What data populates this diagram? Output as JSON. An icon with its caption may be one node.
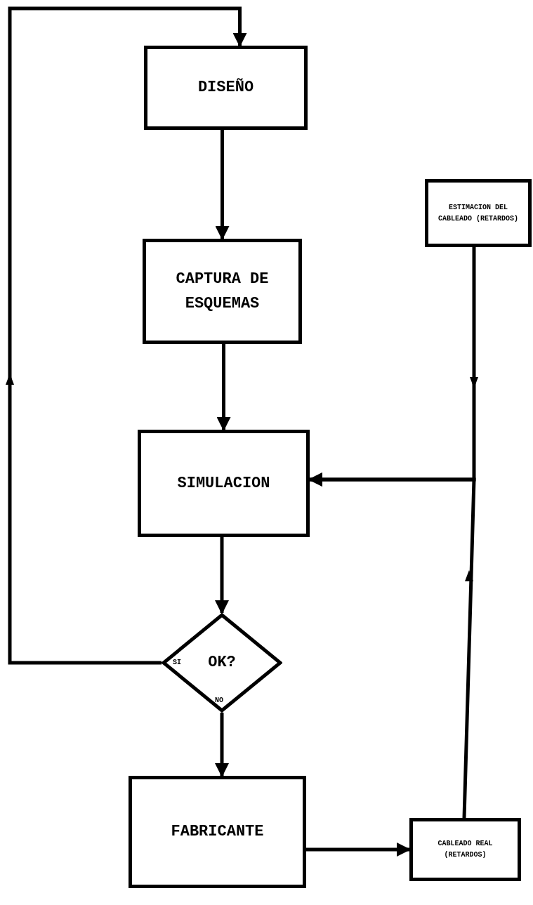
{
  "diagram": {
    "nodes": [
      {
        "text": [
          "DISEÑO"
        ]
      },
      {
        "text": [
          "CAPTURA DE ESQUEMAS"
        ]
      },
      {
        "text": [
          "SIMULACION"
        ]
      },
      {
        "text": [
          "OK?"
        ]
      },
      {
        "text": [
          "FABRICANTE"
        ]
      },
      {
        "text": [
          "ESTIMACION DEL CABLEADO (RETARDOS)"
        ]
      },
      {
        "text": [
          "CABLEADO REAL (RETARDOS)"
        ]
      }
    ],
    "edges": [
      {
        "from": 0,
        "to": 1,
        "arrow": "to"
      },
      {
        "from": 1,
        "to": 2,
        "arrow": "to"
      },
      {
        "from": 2,
        "to": 3,
        "arrow": "to"
      },
      {
        "from": 3,
        "to": 0,
        "arrow": "to",
        "label": "SI"
      },
      {
        "from": 3,
        "to": 4,
        "arrow": "to",
        "label": "NO"
      },
      {
        "from": 4,
        "to": 6,
        "arrow": "to"
      },
      {
        "from": 5,
        "to": 2,
        "arrow": "to"
      },
      {
        "from": 6,
        "to": 2,
        "arrow": "to"
      }
    ]
  }
}
